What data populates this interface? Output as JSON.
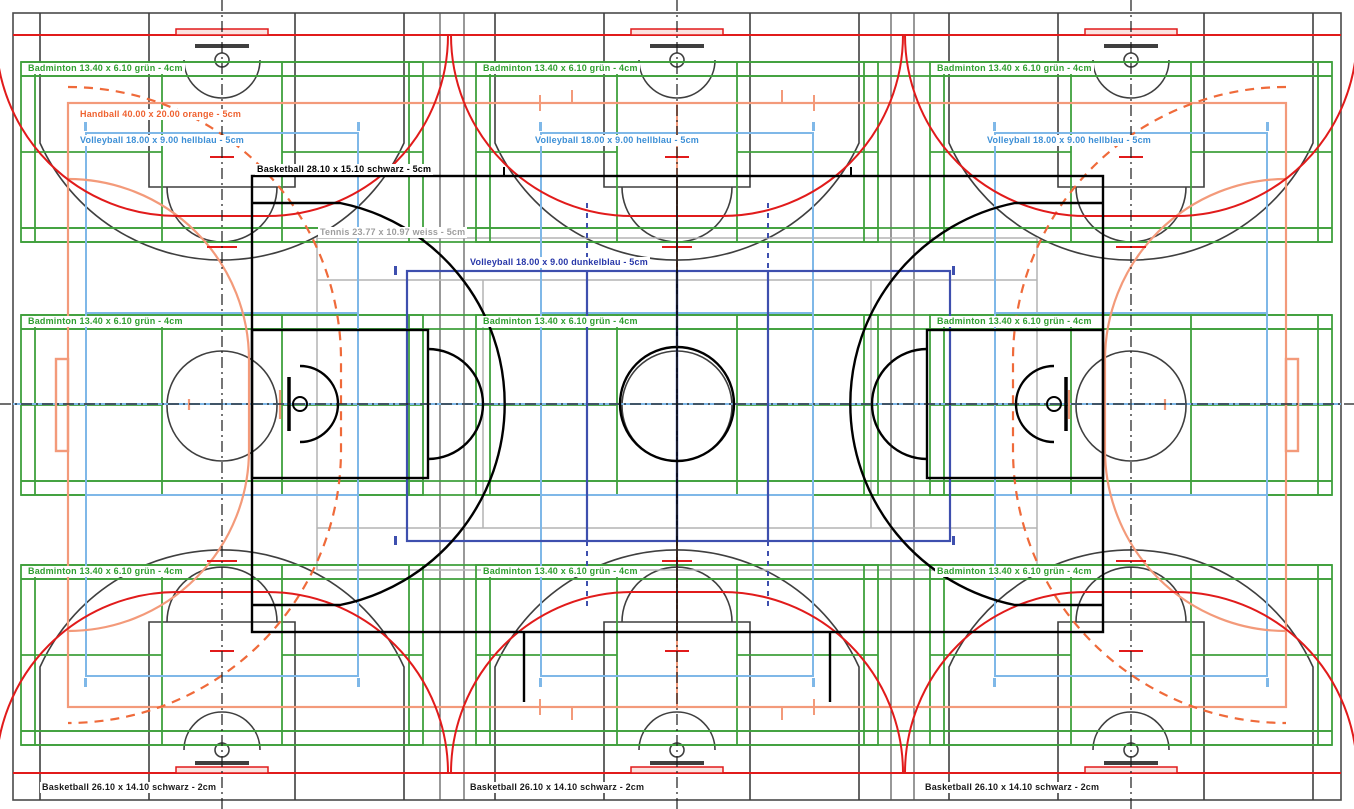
{
  "courts": {
    "badminton": {
      "label": "Badminton 13.40 x 6.10 grün - 4cm",
      "label_color": "#2f9e2f",
      "line_color": "#3fa03c",
      "count": 9
    },
    "handball": {
      "label": "Handball 40.00 x 20.00 orange - 5cm",
      "label_color": "#ef6230",
      "line_color": "#f39a7a",
      "count": 1
    },
    "volleyball_hellblau": {
      "label": "Volleyball 18.00 x 9.00 hellblau - 5cm",
      "label_color": "#3c8fd6",
      "line_color": "#7fb8e8",
      "count": 3
    },
    "basketball_schwarz_5cm": {
      "label": "Basketball 28.10 x 15.10 schwarz - 5cm",
      "label_color": "#000000",
      "line_color": "#000000",
      "count": 1
    },
    "tennis": {
      "label": "Tennis 23.77 x 10.97 weiss - 5cm",
      "label_color": "#9e9e9e",
      "line_color": "#b3b3b3",
      "count": 1
    },
    "volleyball_dunkelblau": {
      "label": "Volleyball 18.00 x 9.00 dunkelblau - 5cm",
      "label_color": "#2736a8",
      "line_color": "#3e4fae",
      "count": 1
    },
    "basketball_schwarz_2cm": {
      "label": "Basketball 26.10 x 14.10 schwarz - 2cm",
      "label_color": "#1a1a1a",
      "line_color": "#3f3f3f",
      "count": 3
    }
  },
  "other_colors": {
    "red_cross_field": "#e11b1b",
    "handball_9m_dashed": "#ef6a3a",
    "axis": "#1a1a1a",
    "hall_wall": "#4a4a4a"
  }
}
